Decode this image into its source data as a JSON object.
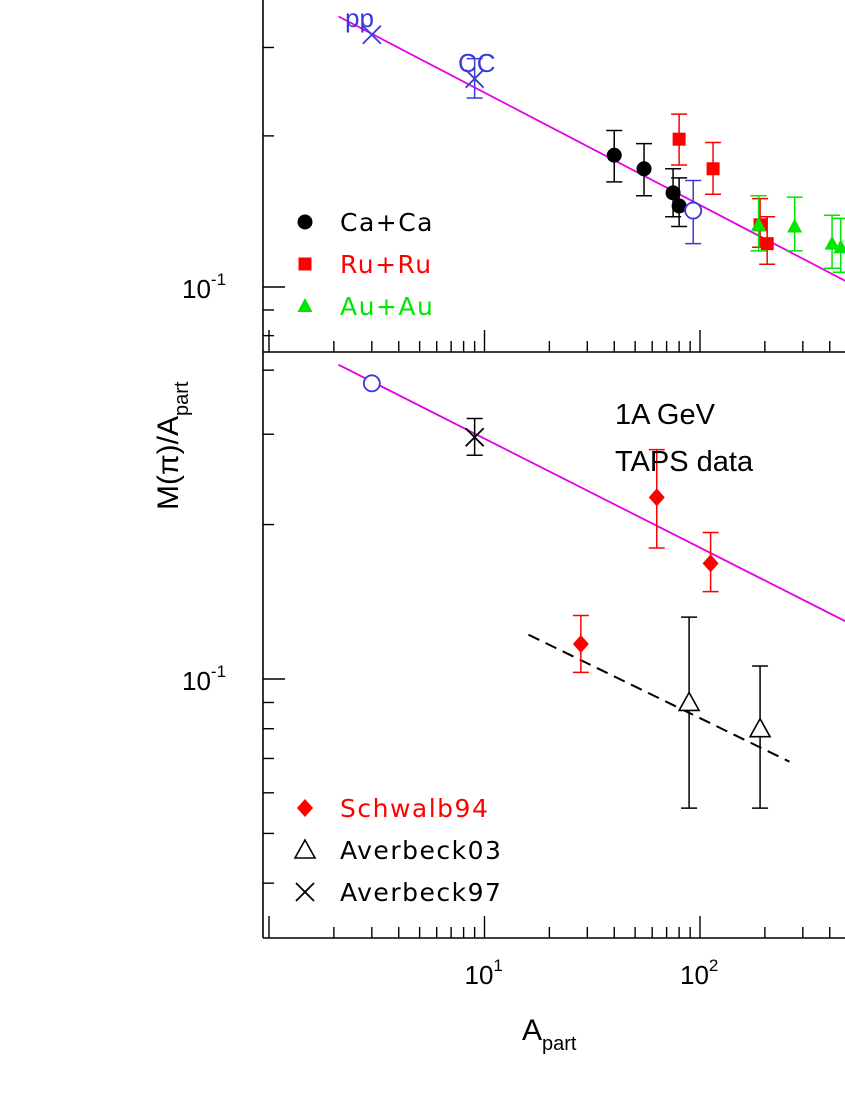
{
  "chart_data": {
    "type": "scatter",
    "x_label": "A",
    "x_label_sub": "part",
    "y_label_prefix": "M(π)/A",
    "y_label_sub": "part",
    "x_scale": "log",
    "y_scale": "log",
    "x_ticks": [
      {
        "base": "10",
        "exp": "1",
        "value": 10
      },
      {
        "base": "10",
        "exp": "2",
        "value": 100
      }
    ],
    "panels": [
      {
        "id": "top",
        "y_ticks": [
          {
            "base": "10",
            "exp": "-1",
            "value": 0.1
          }
        ],
        "annotations": [
          {
            "text": "pp",
            "color": "#3a3adb"
          },
          {
            "text": "CC",
            "color": "#3a3adb"
          }
        ],
        "fit_lines": [
          {
            "style": "solid",
            "color": "#e600e6",
            "points": [
              [
                2.1,
                0.346
              ],
              [
                560,
                0.099
              ]
            ]
          }
        ],
        "series": [
          {
            "name": "Ca+Ca",
            "marker": "circle",
            "color": "#000000",
            "in_legend": true,
            "points": [
              {
                "x": 40,
                "y": 0.183,
                "y_low": 0.162,
                "y_high": 0.205
              },
              {
                "x": 55,
                "y": 0.172,
                "y_low": 0.152,
                "y_high": 0.193
              },
              {
                "x": 75,
                "y": 0.154,
                "y_low": 0.138,
                "y_high": 0.172
              },
              {
                "x": 80,
                "y": 0.145,
                "y_low": 0.132,
                "y_high": 0.165
              }
            ]
          },
          {
            "name": "Ru+Ru",
            "marker": "square",
            "color": "#ff0000",
            "in_legend": true,
            "points": [
              {
                "x": 80,
                "y": 0.197,
                "y_low": 0.175,
                "y_high": 0.221
              },
              {
                "x": 115,
                "y": 0.172,
                "y_low": 0.153,
                "y_high": 0.194
              },
              {
                "x": 190,
                "y": 0.133,
                "y_low": 0.12,
                "y_high": 0.15
              },
              {
                "x": 205,
                "y": 0.122,
                "y_low": 0.111,
                "y_high": 0.138
              }
            ]
          },
          {
            "name": "Au+Au",
            "marker": "triangle",
            "color": "#00e600",
            "in_legend": true,
            "points": [
              {
                "x": 187,
                "y": 0.133,
                "y_low": 0.118,
                "y_high": 0.152
              },
              {
                "x": 275,
                "y": 0.132,
                "y_low": 0.118,
                "y_high": 0.151
              },
              {
                "x": 410,
                "y": 0.122,
                "y_low": 0.109,
                "y_high": 0.139
              },
              {
                "x": 450,
                "y": 0.12,
                "y_low": 0.107,
                "y_high": 0.137
              }
            ]
          },
          {
            "name": "pp",
            "marker": "cross",
            "color": "#3a3adb",
            "in_legend": false,
            "points": [
              {
                "x": 3,
                "y": 0.318
              }
            ]
          },
          {
            "name": "CC",
            "marker": "cross",
            "color": "#3a3adb",
            "in_legend": false,
            "points": [
              {
                "x": 9,
                "y": 0.26,
                "y_low": 0.238,
                "y_high": 0.285
              }
            ]
          },
          {
            "name": "",
            "marker": "open-circle",
            "color": "#3a3adb",
            "in_legend": false,
            "points": [
              {
                "x": 93,
                "y": 0.142,
                "y_low": 0.122,
                "y_high": 0.163
              }
            ]
          }
        ]
      },
      {
        "id": "bottom",
        "y_ticks": [
          {
            "base": "10",
            "exp": "-1",
            "value": 0.1
          }
        ],
        "annotations": [
          {
            "text": "1A GeV",
            "color": "#000000"
          },
          {
            "text": "TAPS data",
            "color": "#000000"
          }
        ],
        "fit_lines": [
          {
            "style": "solid",
            "color": "#e600e6",
            "points": [
              [
                2.1,
                0.41
              ],
              [
                560,
                0.125
              ]
            ]
          },
          {
            "style": "dashed",
            "color": "#000000",
            "points": [
              [
                16,
                0.122
              ],
              [
                260,
                0.069
              ]
            ]
          }
        ],
        "series": [
          {
            "name": "Schwalb94",
            "marker": "diamond",
            "color": "#ff0000",
            "in_legend": true,
            "points": [
              {
                "x": 28,
                "y": 0.117,
                "y_low": 0.103,
                "y_high": 0.133
              },
              {
                "x": 63,
                "y": 0.226,
                "y_low": 0.18,
                "y_high": 0.28
              },
              {
                "x": 112,
                "y": 0.168,
                "y_low": 0.148,
                "y_high": 0.193
              }
            ]
          },
          {
            "name": "Averbeck03",
            "marker": "open-triangle",
            "color": "#000000",
            "in_legend": true,
            "points": [
              {
                "x": 89,
                "y": 0.09,
                "y_low": 0.056,
                "y_high": 0.132
              },
              {
                "x": 190,
                "y": 0.08,
                "y_low": 0.056,
                "y_high": 0.106
              }
            ]
          },
          {
            "name": "Averbeck97",
            "marker": "cross",
            "color": "#000000",
            "in_legend": true,
            "points": [
              {
                "x": 9,
                "y": 0.296,
                "y_low": 0.273,
                "y_high": 0.322
              }
            ]
          },
          {
            "name": "",
            "marker": "open-circle",
            "color": "#3a3adb",
            "in_legend": false,
            "points": [
              {
                "x": 3,
                "y": 0.377
              }
            ]
          }
        ]
      }
    ]
  }
}
